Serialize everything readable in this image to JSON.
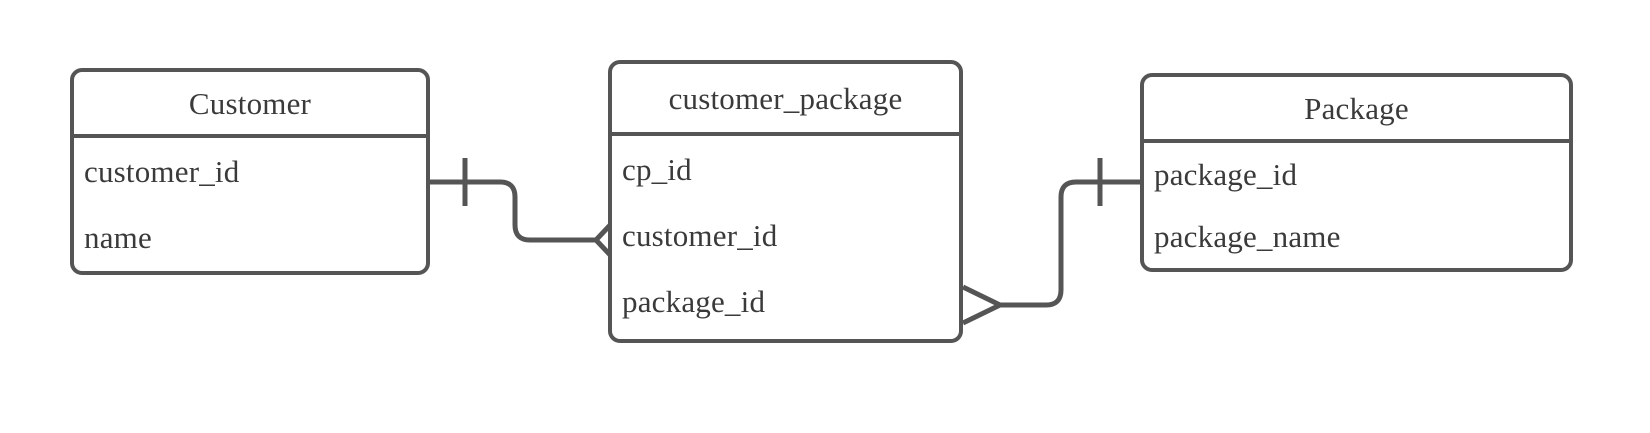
{
  "diagram": {
    "type": "entity-relationship-diagram",
    "notation": "crow's-foot",
    "background_color": "#ffffff",
    "stroke_color": "#555555",
    "text_color": "#3a3a3a"
  },
  "entities": [
    {
      "id": "customer",
      "name": "Customer",
      "attributes": [
        "customer_id",
        "name"
      ]
    },
    {
      "id": "customer_package",
      "name": "customer_package",
      "attributes": [
        "cp_id",
        "customer_id",
        "package_id"
      ]
    },
    {
      "id": "package",
      "name": "Package",
      "attributes": [
        "package_id",
        "package_name"
      ]
    }
  ],
  "relationships": [
    {
      "id": "customer-to-customer-package",
      "from": "Customer",
      "to": "customer_package",
      "from_cardinality": "one",
      "to_cardinality": "many",
      "from_symbol": "one-tick",
      "to_symbol": "crows-foot"
    },
    {
      "id": "customer-package-to-package",
      "from": "customer_package",
      "to": "Package",
      "from_cardinality": "many",
      "to_cardinality": "one",
      "from_symbol": "crows-foot",
      "to_symbol": "one-tick"
    }
  ]
}
